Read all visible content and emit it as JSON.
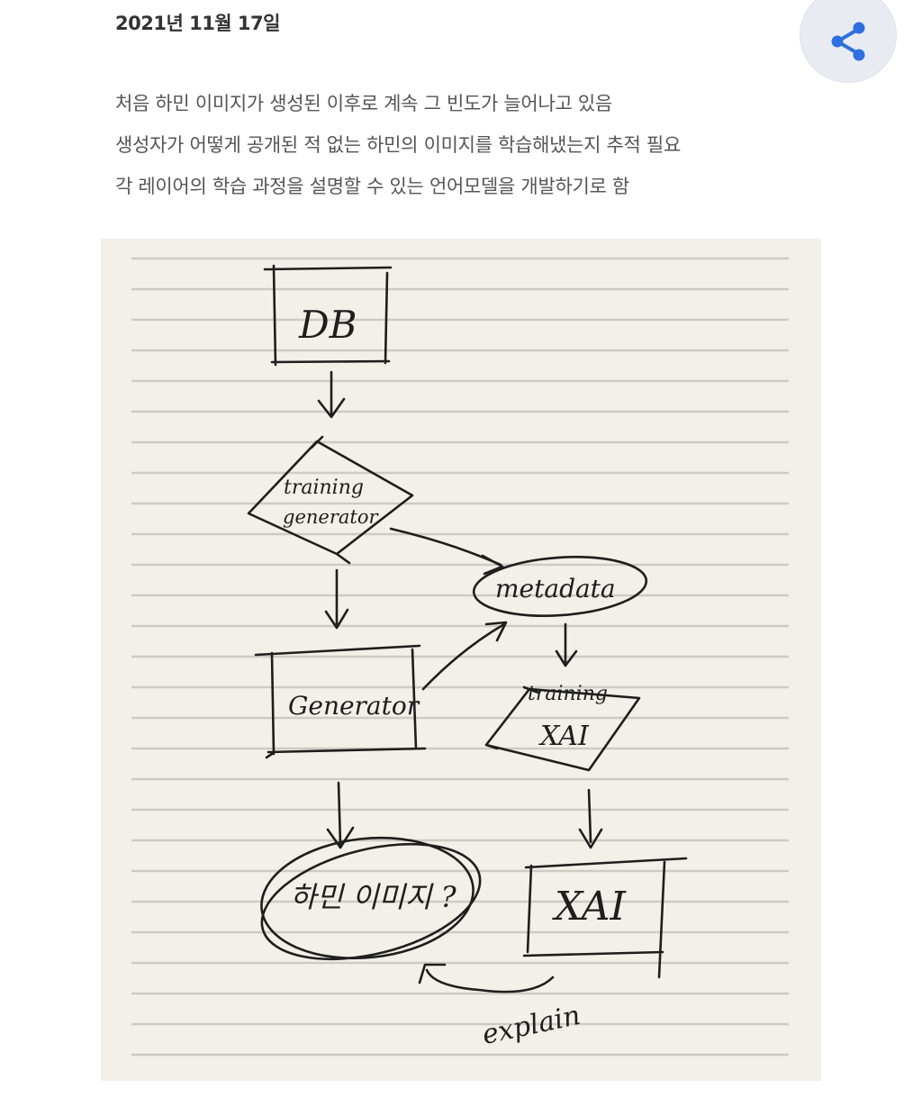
{
  "post": {
    "date": "2021년 11월 17일",
    "lines": [
      "처음 하민 이미지가 생성된 이후로 계속 그 빈도가 늘어나고 있음",
      "생성자가 어떻게 공개된 적 없는 하민의 이미지를 학습해냈는지 추적 필요",
      "각 레이어의 학습 과정을 설명할 수 있는 언어모델을 개발하기로 함"
    ]
  },
  "share": {
    "icon": "share-icon",
    "color": "#2f6fe0"
  },
  "diagram": {
    "nodes": {
      "db": "DB",
      "training_generator_line1": "training",
      "training_generator_line2": "generator",
      "metadata": "metadata",
      "generator": "Generator",
      "training_xai_line1": "training",
      "training_xai_line2": "XAI",
      "hamin_image": "하민 이미지 ?",
      "xai": "XAI"
    },
    "edges": {
      "explain": "explain"
    }
  }
}
